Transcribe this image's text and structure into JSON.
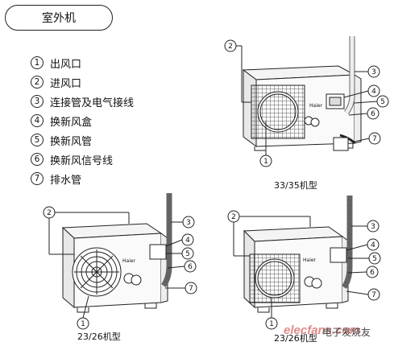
{
  "title": "室外机",
  "legend": [
    {
      "num": "1",
      "text": "出风口"
    },
    {
      "num": "2",
      "text": "进风口"
    },
    {
      "num": "3",
      "text": "连接管及电气接线"
    },
    {
      "num": "4",
      "text": "换新风盒"
    },
    {
      "num": "5",
      "text": "换新风管"
    },
    {
      "num": "6",
      "text": "换新风信号线"
    },
    {
      "num": "7",
      "text": "排水管"
    }
  ],
  "units": [
    {
      "caption": "33/35机型",
      "brand": "Haier"
    },
    {
      "caption": "23/26机型",
      "brand": "Haier"
    },
    {
      "caption": "23/26机型",
      "brand": "Haier"
    }
  ],
  "watermark": {
    "site": "elecfans.com",
    "suffix": "电子发烧友"
  }
}
